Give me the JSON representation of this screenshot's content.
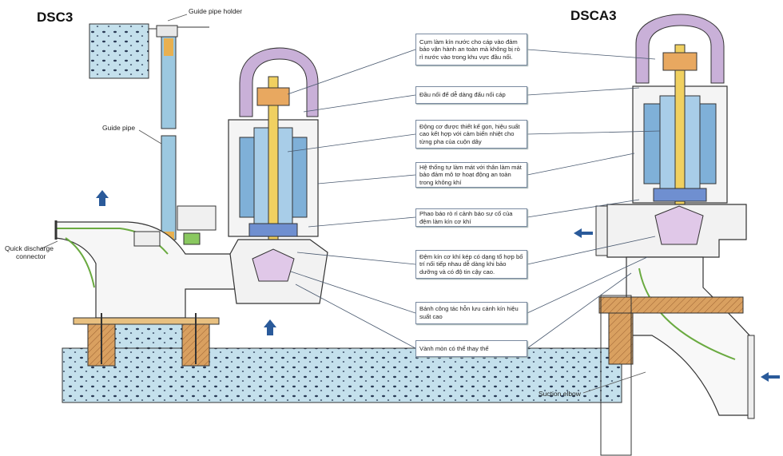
{
  "titles": {
    "left": "DSC3",
    "right": "DSCA3"
  },
  "labels": {
    "guide_pipe_holder": "Guide pipe holder",
    "guide_pipe": "Guide pipe",
    "quick_discharge_line1": "Quick discharge",
    "quick_discharge_line2": "connector",
    "suction_elbow": "Suction elbow"
  },
  "callouts": [
    {
      "id": "cable-seal",
      "text": "Cụm làm kín nước cho cáp vào đảm bảo vận hành an toàn mà không bị rò rỉ nước vào trong khu vực đầu nối."
    },
    {
      "id": "terminal",
      "text": "Đầu nối để dễ dàng đấu nối cáp"
    },
    {
      "id": "motor",
      "text": "Động cơ được thiết kế gọn, hiệu suất cao kết hợp với cảm biến nhiệt cho từng pha của cuộn dây"
    },
    {
      "id": "cooling",
      "text": "Hệ thống tự làm mát với thân làm mát bảo đảm mô tơ hoạt động an toàn trong không khí"
    },
    {
      "id": "leak-float",
      "text": "Phao báo rò rỉ cảnh báo sự cố của đệm làm kín cơ khí"
    },
    {
      "id": "mech-seal",
      "text": "Đệm kín cơ khí kép có dạng tổ hợp bố trí nối tiếp nhau dễ dàng khi bảo dưỡng và có độ tin cậy cao."
    },
    {
      "id": "impeller",
      "text": "Bánh công tác hỗn lưu cánh kín hiệu suất cao"
    },
    {
      "id": "wear-ring",
      "text": "Vành mòn có thể thay thế"
    }
  ],
  "colors": {
    "water": "#c4e0ec",
    "motor": "#7fb0d8",
    "shaft": "#f0d060",
    "guard": "#c9b0d8",
    "concrete": "#d9a060",
    "flow": "#2a5a9a"
  }
}
